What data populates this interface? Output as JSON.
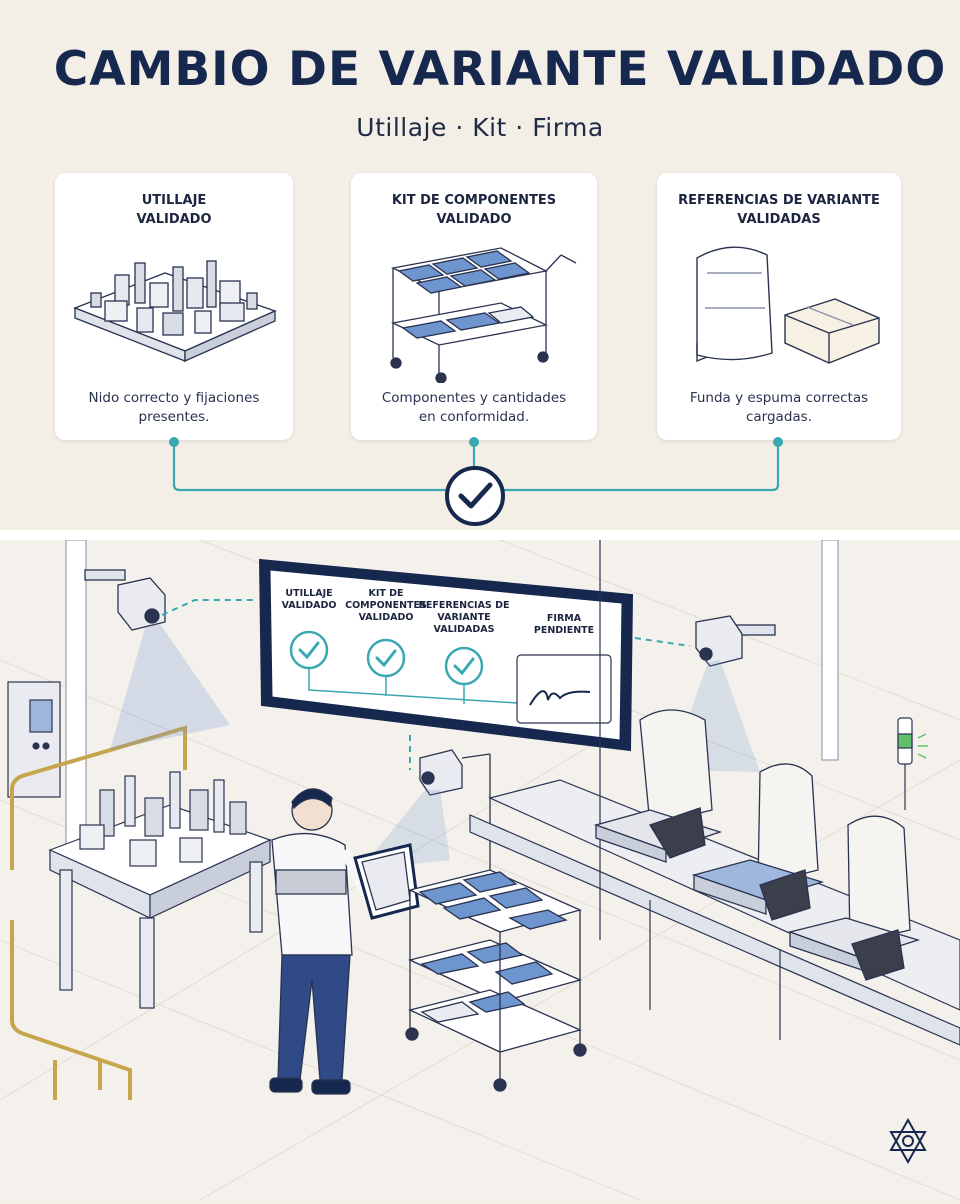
{
  "header": {
    "title": "CAMBIO DE VARIANTE VALIDADO",
    "subtitle": "Utillaje  ·  Kit  ·  Firma"
  },
  "cards": [
    {
      "title_l1": "UTILLAJE",
      "title_l2": "VALIDADO",
      "desc_l1": "Nido correcto y fijaciones",
      "desc_l2": "presentes.",
      "icon": "fixture-icon"
    },
    {
      "title_l1": "KIT DE COMPONENTES",
      "title_l2": "VALIDADO",
      "desc_l1": "Componentes y cantidades",
      "desc_l2": "en conformidad.",
      "icon": "kit-cart-icon"
    },
    {
      "title_l1": "REFERENCIAS DE VARIANTE",
      "title_l2": "VALIDADAS",
      "desc_l1": "Funda y espuma correctas",
      "desc_l2": "cargadas.",
      "icon": "seat-cover-foam-icon"
    }
  ],
  "screen": {
    "cols": [
      {
        "l1": "UTILLAJE",
        "l2": "VALIDADO",
        "l3": ""
      },
      {
        "l1": "KIT DE",
        "l2": "COMPONENTES",
        "l3": "VALIDADO"
      },
      {
        "l1": "REFERENCIAS DE",
        "l2": "VARIANTE",
        "l3": "VALIDADAS"
      },
      {
        "l1": "FIRMA",
        "l2": "PENDIENTE",
        "l3": ""
      }
    ]
  },
  "colors": {
    "navy": "#17284f",
    "teal": "#3aa8b0",
    "blue_bin": "#6f95cf",
    "background": "#f3eee6"
  }
}
